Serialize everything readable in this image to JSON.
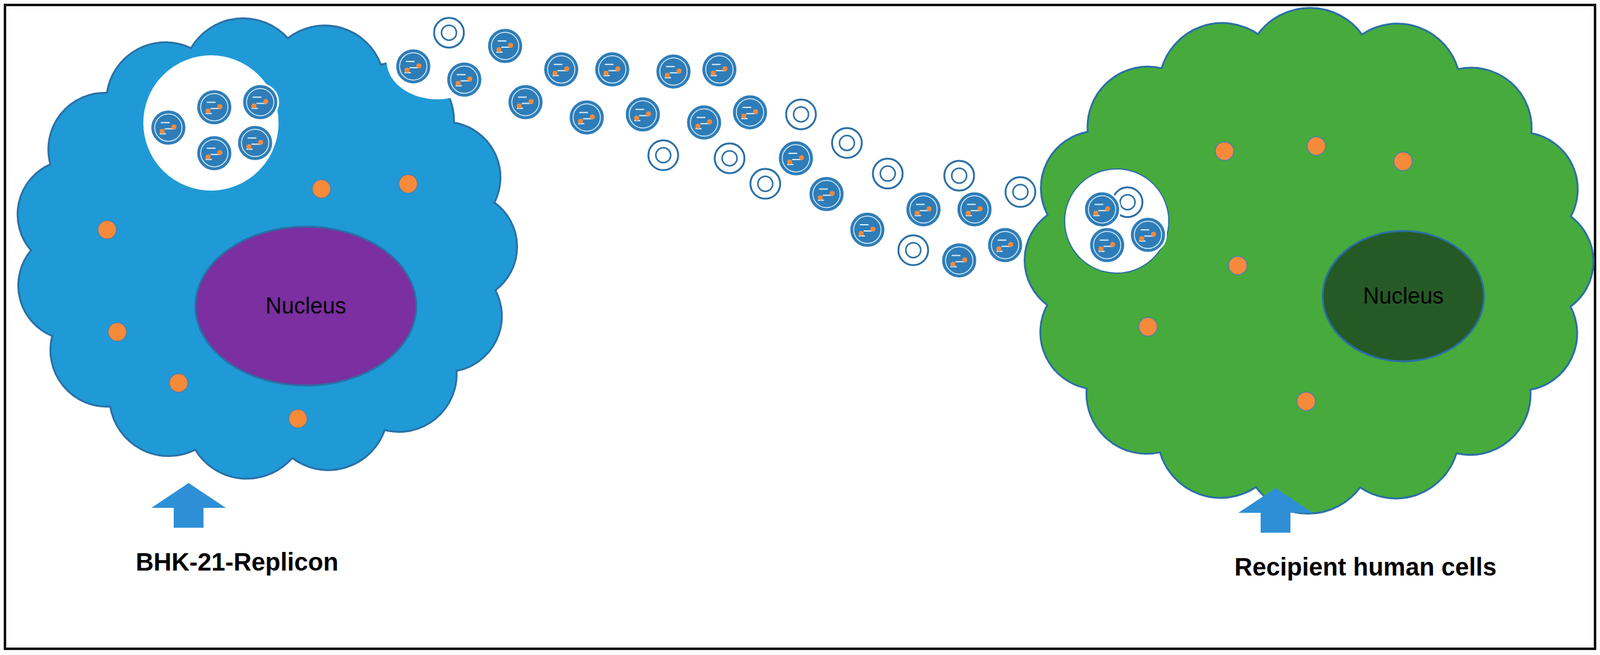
{
  "diagram": {
    "nodes": [
      {
        "text": [
          "Nucleus"
        ]
      },
      {
        "text": [
          "Nucleus"
        ]
      }
    ],
    "labels": [
      "BHK-21-Replicon",
      "Recipient human cells"
    ]
  }
}
